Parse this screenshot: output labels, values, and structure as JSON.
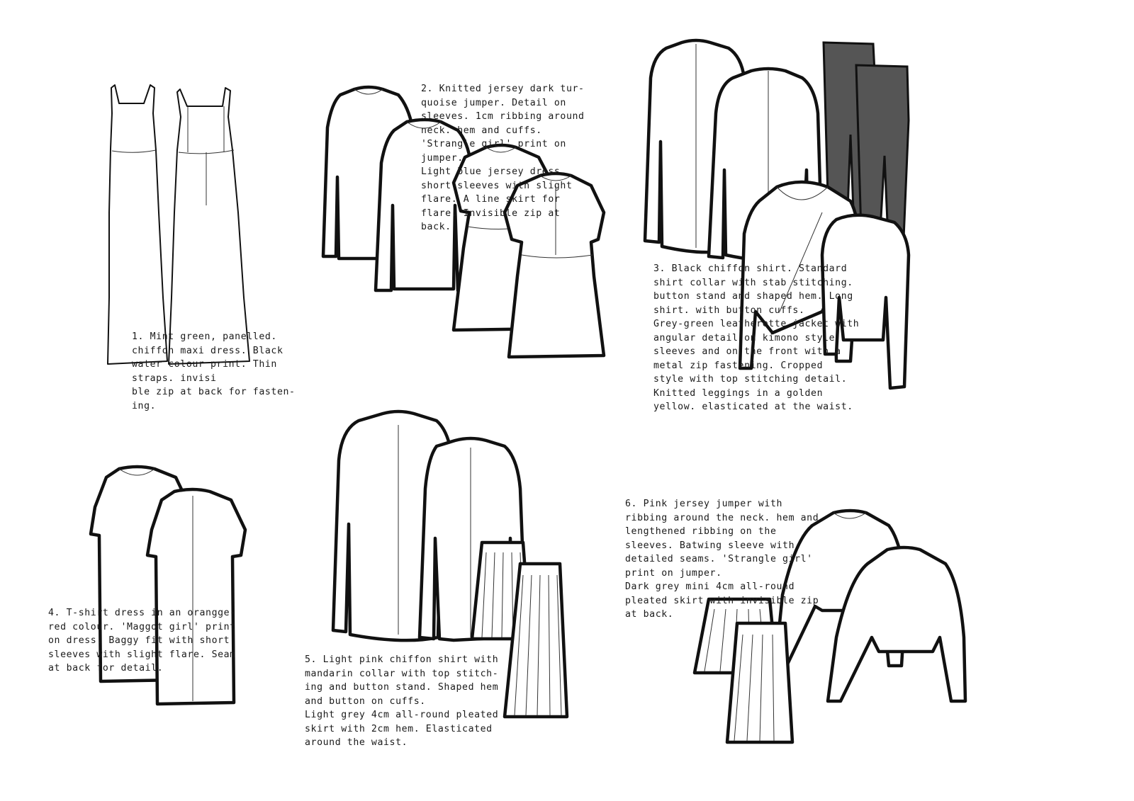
{
  "notes": [
    {
      "id": "1",
      "text": "1. Mint green, panelled.\nchiffon maxi dress. Black\nwater colour print. Thin\nstraps. invisi\nble zip at back for fasten-\ning."
    },
    {
      "id": "2",
      "text": "2. Knitted jersey dark tur-\nquoise jumper. Detail on\nsleeves. 1cm ribbing around\nneck. hem and cuffs.\n'Strangle girl' print on\njumper.\nLight blue jersey dress.\nshort sleeves with slight\nflare. A line skirt for\nflare. Invisible zip at\nback."
    },
    {
      "id": "3",
      "text": "3. Black chiffon shirt. Standard\nshirt collar with stab stitching.\nbutton stand and shaped hem. Long\nshirt. with button cuffs.\nGrey-green leatherette jacket with\nangular detail on kimono style\nsleeves and on the front with a\nmetal zip fastening. Cropped\nstyle with top stitching detail.\nKnitted leggings in a golden\nyellow. elasticated at the waist."
    },
    {
      "id": "4",
      "text": "4. T-shirt dress in an orangge-\nred colour. 'Maggot girl' print\non dress. Baggy fit with short\nsleeves with slight flare. Seam\nat back for detail."
    },
    {
      "id": "5",
      "text": "5. Light pink chiffon shirt with\nmandarin collar with top stitch-\ning and button stand. Shaped hem\nand button on cuffs.\nLight grey 4cm all-round pleated\nskirt with 2cm hem. Elasticated\naround the waist."
    },
    {
      "id": "6",
      "text": "6. Pink jersey jumper with\nribbing around the neck. hem and\nlengthened ribbing on the\nsleeves. Batwing sleeve with\ndetailed seams. 'Strangle girl'\nprint on jumper.\nDark grey mini 4cm all-round\npleated skirt with invisible zip\nat back."
    }
  ]
}
